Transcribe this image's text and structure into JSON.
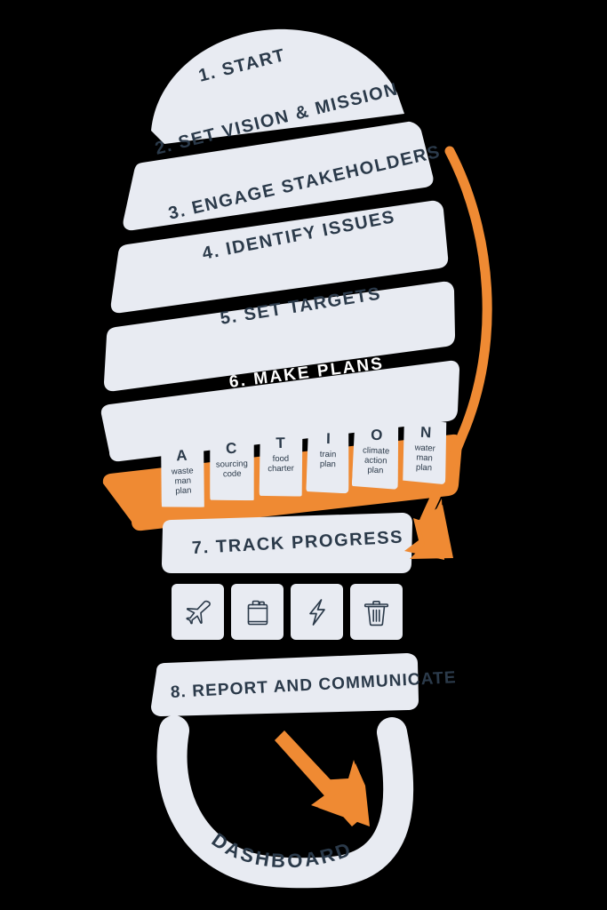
{
  "title": "Sustainability Footprint Roadmap",
  "colors": {
    "background": "#000000",
    "band": "#E8EBF2",
    "accent_orange": "#EF8A33",
    "text_dark": "#2B3A4A",
    "text_on_accent": "#FFFFFF"
  },
  "steps": [
    {
      "id": 1,
      "label": "1. START",
      "highlighted": false
    },
    {
      "id": 2,
      "label": "2. SET VISION & MISSION",
      "highlighted": false
    },
    {
      "id": 3,
      "label": "3. ENGAGE STAKEHOLDERS",
      "highlighted": false
    },
    {
      "id": 4,
      "label": "4. IDENTIFY ISSUES",
      "highlighted": false
    },
    {
      "id": 5,
      "label": "5. SET TARGETS",
      "highlighted": false
    },
    {
      "id": 6,
      "label": "6. MAKE PLANS",
      "highlighted": true
    },
    {
      "id": 7,
      "label": "7. TRACK PROGRESS",
      "highlighted": false
    },
    {
      "id": 8,
      "label": "8. REPORT AND COMMUNICATE",
      "highlighted": false
    }
  ],
  "action_acronym": {
    "word": "ACTION",
    "cards": [
      {
        "letter": "A",
        "desc": "waste\nman\nplan"
      },
      {
        "letter": "C",
        "desc": "sourcing\ncode"
      },
      {
        "letter": "T",
        "desc": "food\ncharter"
      },
      {
        "letter": "I",
        "desc": "train\nplan"
      },
      {
        "letter": "O",
        "desc": "climate\naction\nplan"
      },
      {
        "letter": "N",
        "desc": "water\nman\nplan"
      }
    ]
  },
  "tracking_icons": [
    {
      "name": "airplane-icon",
      "meaning": "travel"
    },
    {
      "name": "fuel-can-icon",
      "meaning": "fuel"
    },
    {
      "name": "lightning-icon",
      "meaning": "energy"
    },
    {
      "name": "trash-bin-icon",
      "meaning": "waste"
    }
  ],
  "heel": {
    "label": "DASHBOARD"
  },
  "arrows": [
    {
      "name": "feedback-arrow-right",
      "direction": "curved-down-left",
      "color": "#EF8A33"
    },
    {
      "name": "dashboard-arrow",
      "direction": "diagonal-down-right",
      "color": "#EF8A33"
    }
  ]
}
